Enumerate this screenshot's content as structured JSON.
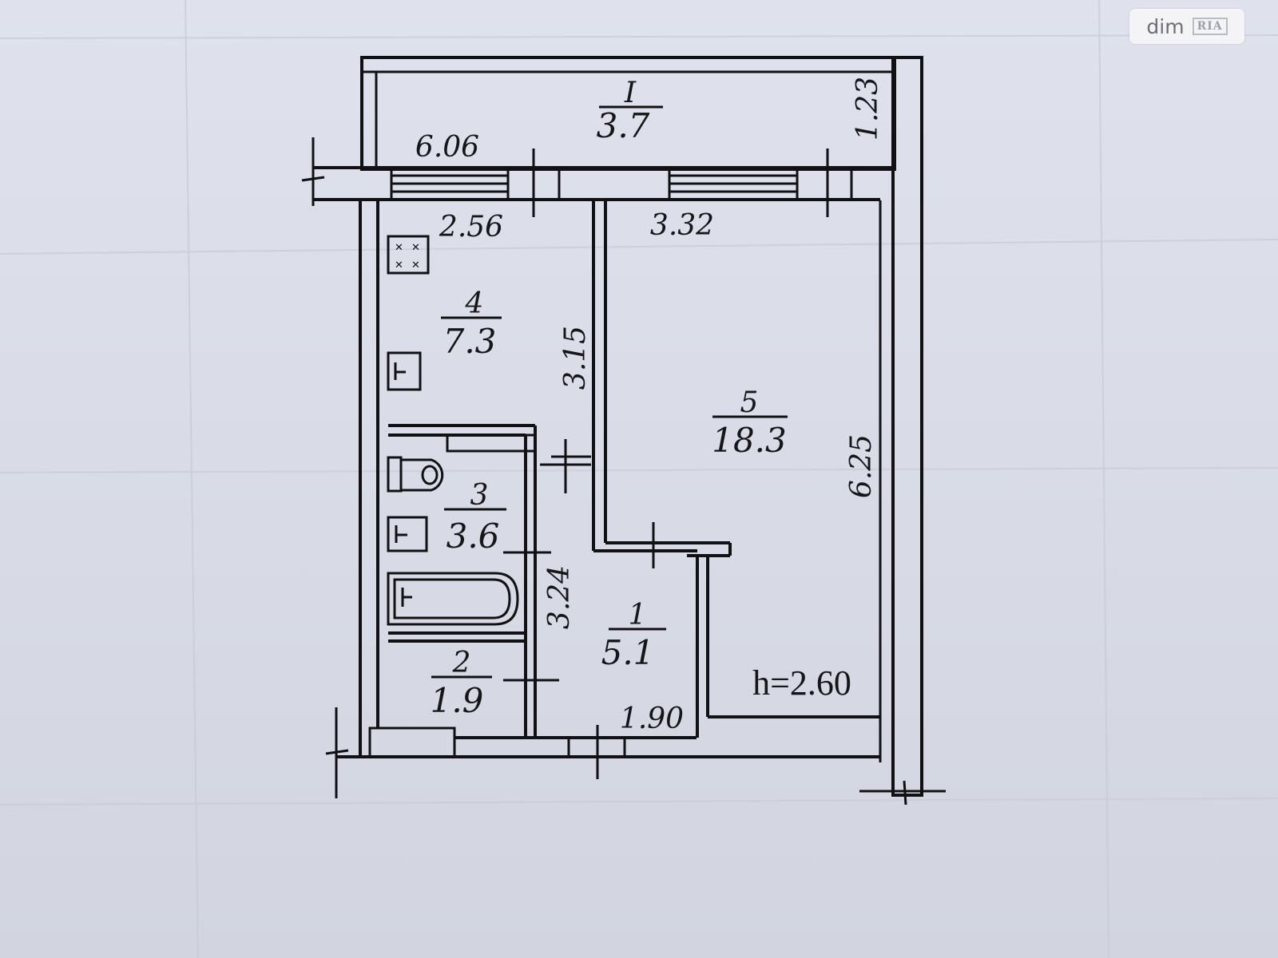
{
  "watermark": {
    "text": "dim",
    "badge": "RIA"
  },
  "rooms": [
    {
      "id": "I",
      "number": "I",
      "area": "3.7"
    },
    {
      "id": "1",
      "number": "1",
      "area": "5.1"
    },
    {
      "id": "2",
      "number": "2",
      "area": "1.9"
    },
    {
      "id": "3",
      "number": "3",
      "area": "3.6"
    },
    {
      "id": "4",
      "number": "4",
      "area": "7.3"
    },
    {
      "id": "5",
      "number": "5",
      "area": "18.3"
    }
  ],
  "dimensions": {
    "balcony_length": "6.06",
    "balcony_depth": "1.23",
    "kitchen_width": "2.56",
    "living_width": "3.32",
    "kitchen_length": "3.15",
    "living_length": "6.25",
    "bath_length": "3.24",
    "hall_width": "1.90"
  },
  "ceiling_height": "h=2.60"
}
